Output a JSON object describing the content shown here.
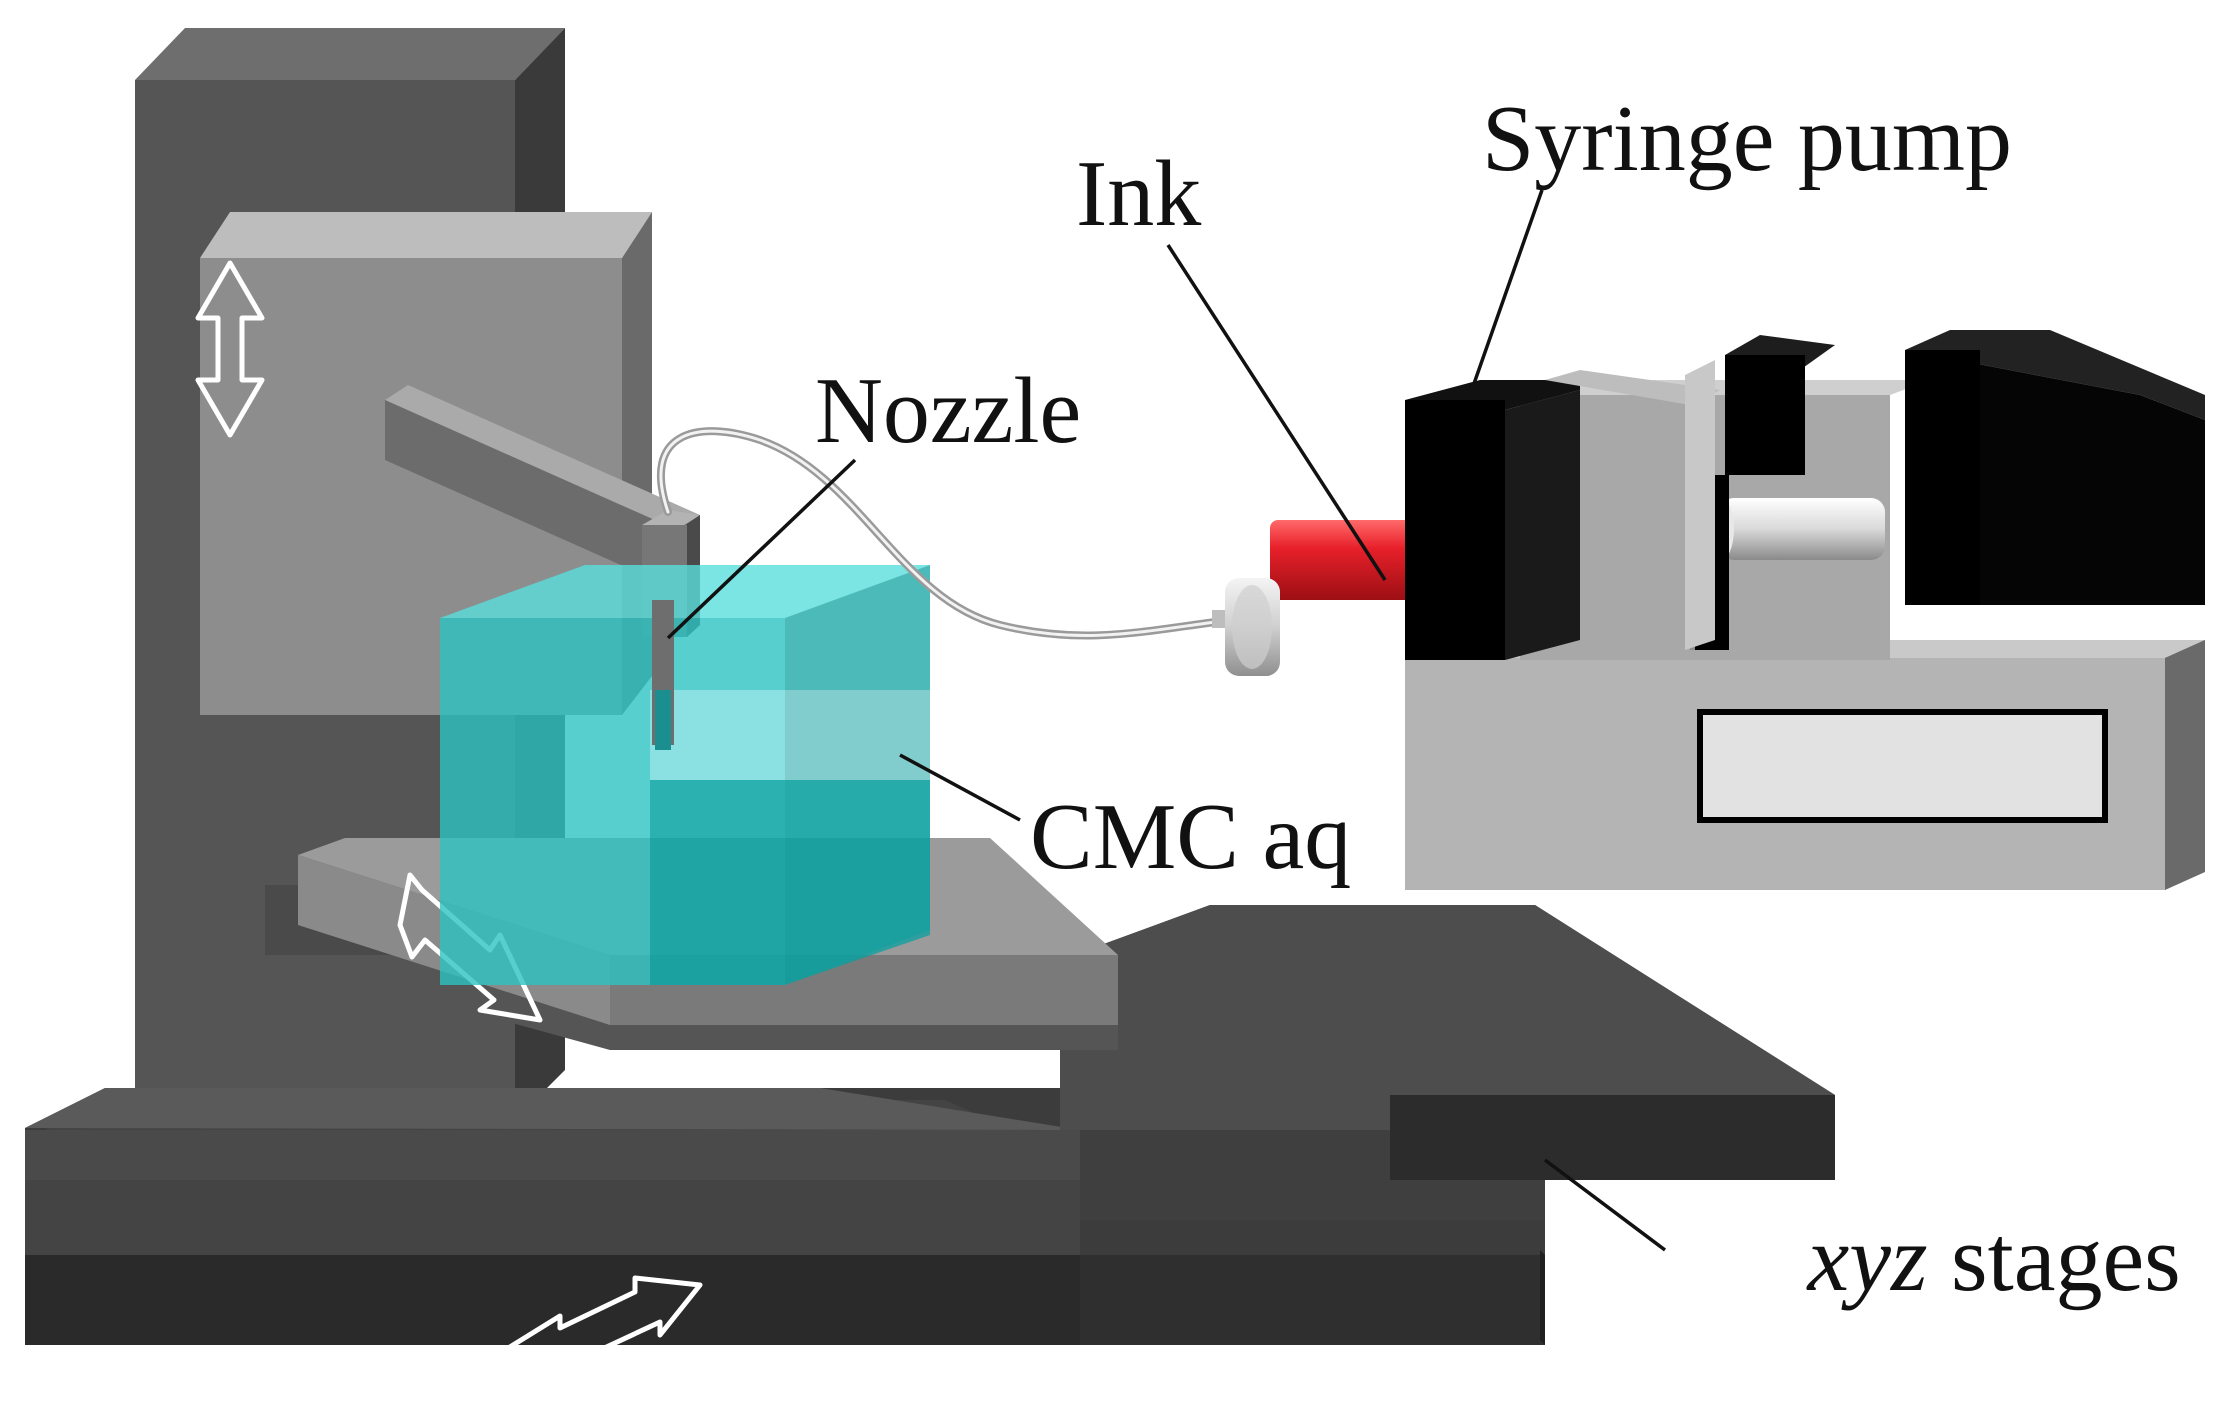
{
  "labels": {
    "syringe_pump": "Syringe pump",
    "ink": "Ink",
    "nozzle": "Nozzle",
    "cmc_aq": "CMC aq",
    "xyz_stages_italic": "xyz",
    "xyz_stages_rest": " stages"
  },
  "colors": {
    "machine_dark": "#4a4a4a",
    "machine_mid": "#6b6b6b",
    "machine_light": "#8d8d8d",
    "pump_black": "#050505",
    "pump_body": "#a9a9a9",
    "ink_red": "#e8202a",
    "cmc_cyan": "#3fd7d7",
    "arrow_outline": "#ffffff"
  }
}
